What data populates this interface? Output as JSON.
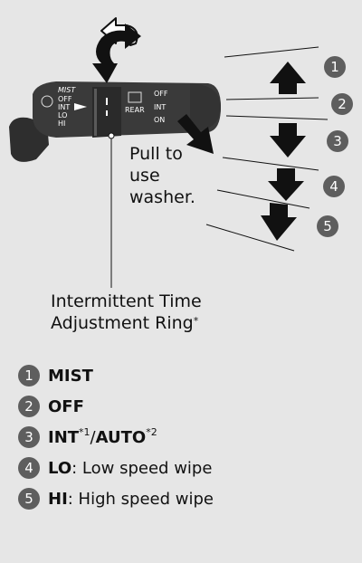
{
  "callouts": {
    "pull_line1": "Pull to",
    "pull_line2": "use",
    "pull_line3": "washer.",
    "ring_line1": "Intermittent Time",
    "ring_line2": "Adjustment Ring",
    "ring_mark": "*"
  },
  "lever_labels": {
    "left": [
      "MIST",
      "OFF",
      "INT",
      "LO",
      "HI"
    ],
    "rear_label": "REAR",
    "right": [
      "OFF",
      "INT",
      "ON"
    ]
  },
  "badges": [
    "1",
    "2",
    "3",
    "4",
    "5"
  ],
  "legend": [
    {
      "num": "1",
      "bold": "MIST",
      "sup1": "",
      "mid": "",
      "bold2": "",
      "sup2": "",
      "rest": ""
    },
    {
      "num": "2",
      "bold": "OFF",
      "sup1": "",
      "mid": "",
      "bold2": "",
      "sup2": "",
      "rest": ""
    },
    {
      "num": "3",
      "bold": "INT",
      "sup1": "*1",
      "mid": "/",
      "bold2": "AUTO",
      "sup2": "*2",
      "rest": ""
    },
    {
      "num": "4",
      "bold": "LO",
      "sup1": "",
      "mid": "",
      "bold2": "",
      "sup2": "",
      "rest": ": Low speed wipe"
    },
    {
      "num": "5",
      "bold": "HI",
      "sup1": "",
      "mid": "",
      "bold2": "",
      "sup2": "",
      "rest": ": High speed wipe"
    }
  ],
  "colors": {
    "background": "#e6e6e6",
    "lever": "#3a3a3a",
    "badge": "#5e5e5e",
    "arrow": "#111111"
  }
}
